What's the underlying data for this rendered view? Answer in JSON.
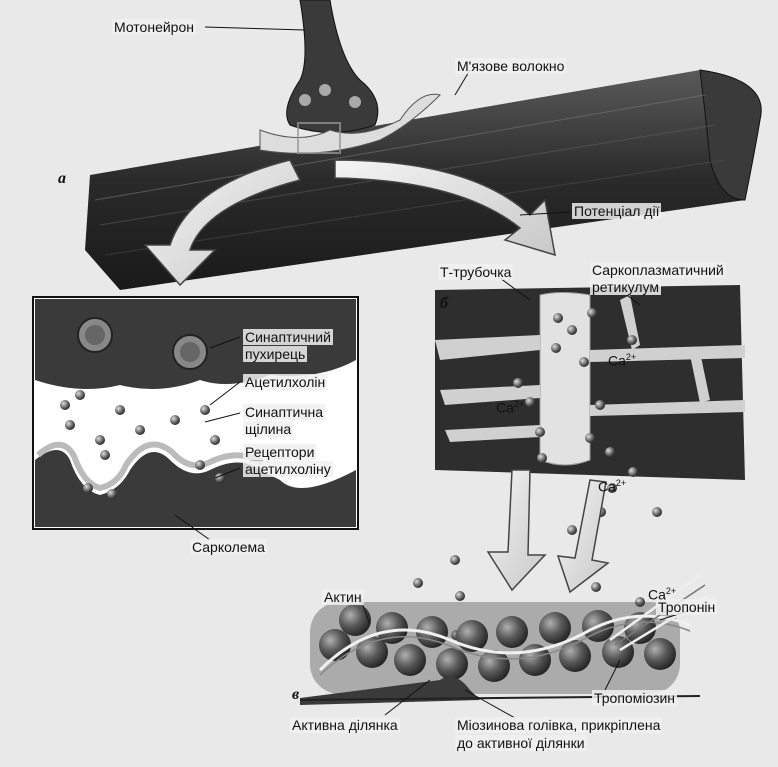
{
  "labels": {
    "motoneuron": "Мотонейрон",
    "muscle_fiber": "М'язове волокно",
    "action_potential": "Потенціал дії",
    "t_tubule": "Т-трубочка",
    "sr_line1": "Саркоплазматичний",
    "sr_line2": "ретикулум",
    "synaptic_vesicle_line1": "Синаптичний",
    "synaptic_vesicle_line2": "пухирець",
    "acetylcholine": "Ацетилхолін",
    "synaptic_cleft_line1": "Синаптична",
    "synaptic_cleft_line2": "щілина",
    "receptors_line1": "Рецептори",
    "receptors_line2": "ацетилхоліну",
    "sarcolemma": "Сарколема",
    "actin": "Актин",
    "troponin": "Тропонін",
    "tropomyosin": "Тропоміозин",
    "active_site": "Активна ділянка",
    "myosin_head_line1": "Міозинова голівка, прикріплена",
    "myosin_head_line2": "до активної ділянки"
  },
  "panel_letters": {
    "a": "а",
    "b": "б",
    "v": "в"
  },
  "calcium": {
    "symbol": "Ca",
    "charge": "2+"
  },
  "colors": {
    "background": "#e9e9e9",
    "tissue_dark": "#2e2e2e",
    "ink": "#111111",
    "box_fill": "#ffffff"
  }
}
